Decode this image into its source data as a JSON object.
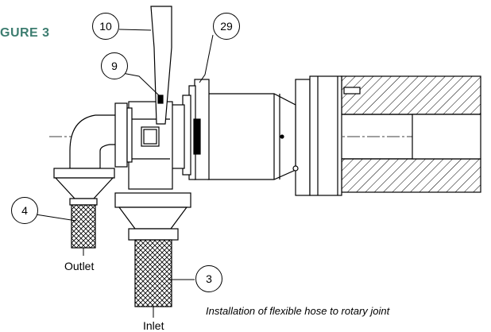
{
  "figure": {
    "title": "GURE 3",
    "caption": "Installation of flexible hose to rotary joint"
  },
  "ports": {
    "outlet": "Outlet",
    "inlet": "Inlet"
  },
  "callouts": {
    "c10": "10",
    "c29": "29",
    "c9": "9",
    "c4": "4",
    "c3": "3"
  },
  "colors": {
    "title": "#3d7d70",
    "line": "#000000"
  }
}
